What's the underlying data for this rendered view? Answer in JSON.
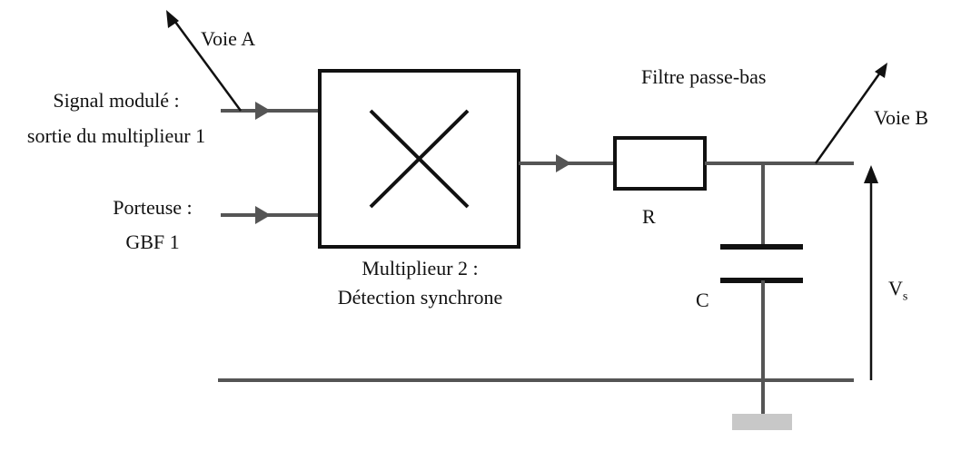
{
  "labels": {
    "voie_a": "Voie A",
    "signal_line1": "Signal modulé :",
    "signal_line2": "sortie du multiplieur 1",
    "porteuse_line1": "Porteuse :",
    "porteuse_line2": "GBF 1",
    "multiplier_line1": "Multiplieur 2 :",
    "multiplier_line2": "Détection synchrone",
    "filter_title": "Filtre passe-bas",
    "resistor": "R",
    "capacitor": "C",
    "voie_b": "Voie B",
    "vs_main": "V",
    "vs_sub": "s"
  },
  "colors": {
    "wire": "#555555",
    "component": "#111111",
    "ground": "#c8c8c8"
  }
}
